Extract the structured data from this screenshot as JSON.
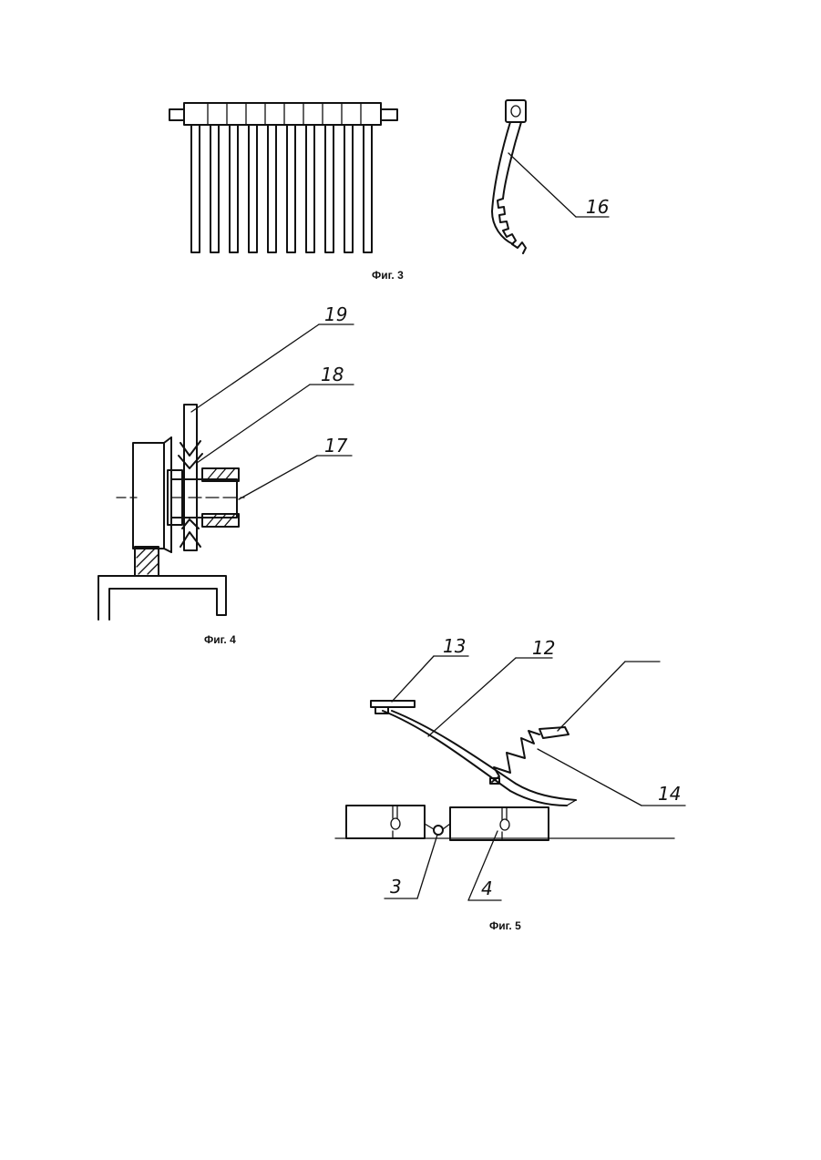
{
  "figures": [
    {
      "id": "fig3",
      "caption": "Фиг. 3",
      "labels": [
        "16"
      ]
    },
    {
      "id": "fig4",
      "caption": "Фиг. 4",
      "labels": [
        "19",
        "18",
        "17"
      ]
    },
    {
      "id": "fig5",
      "caption": "Фиг. 5",
      "labels": [
        "13",
        "12",
        "14",
        "3",
        "4"
      ]
    }
  ]
}
